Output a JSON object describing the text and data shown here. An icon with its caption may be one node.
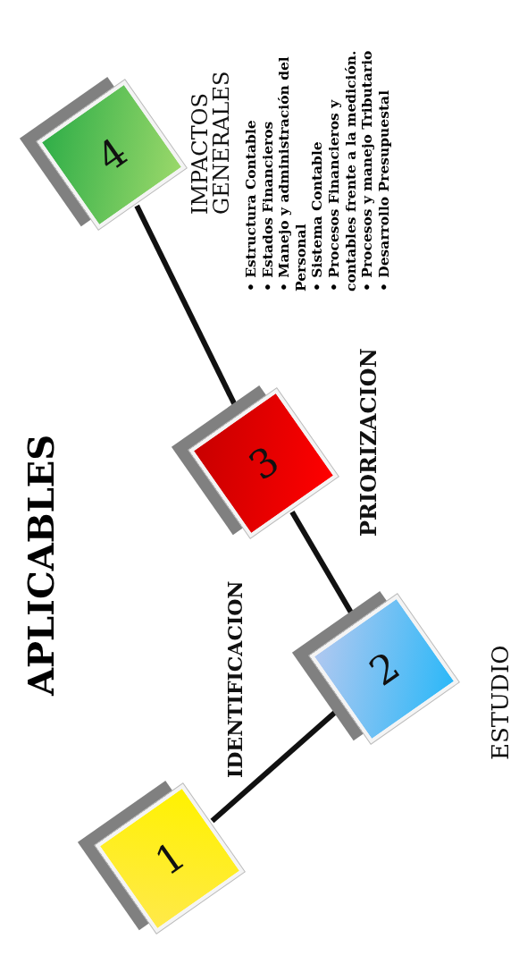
{
  "diagram": {
    "title": "APLICABLES",
    "nodes": [
      {
        "text": [
          "1"
        ],
        "beside": [
          "IDENTIFICACION"
        ]
      },
      {
        "text": [
          "2"
        ],
        "beside": [
          "ESTUDIO"
        ]
      },
      {
        "text": [
          "3"
        ],
        "beside": [
          "PRIORIZACION"
        ]
      },
      {
        "text": [
          "4"
        ],
        "beside": [
          "IMPACTOS GENERALES",
          "• Estructura Contable",
          "• Estados Financieros",
          "• Manejo y administración del Personal",
          "• Sistema Contable",
          "• Procesos Financieros y contables frente a la medición.",
          "• Procesos y manejo Tributario",
          "• Desarrollo Presupuestal"
        ]
      }
    ],
    "edges": [
      {
        "from": 0,
        "to": 1,
        "arrow": "none"
      },
      {
        "from": 1,
        "to": 2,
        "arrow": "none"
      },
      {
        "from": 2,
        "to": 3,
        "arrow": "none"
      }
    ]
  }
}
